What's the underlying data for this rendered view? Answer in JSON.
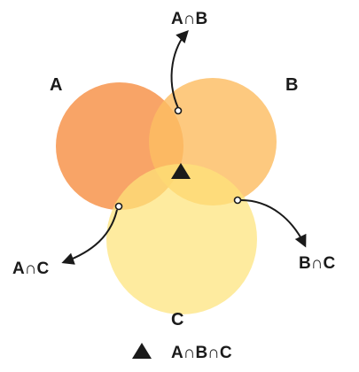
{
  "diagram": {
    "sets": [
      {
        "id": "A",
        "label": "A",
        "color": "#f79c5a"
      },
      {
        "id": "B",
        "label": "B",
        "color": "#fdbd63"
      },
      {
        "id": "C",
        "label": "C",
        "color": "#fde37a"
      }
    ],
    "intersections": {
      "ab": "A∩B",
      "bc": "B∩C",
      "ac": "A∩C"
    },
    "legend": {
      "label": "A∩B∩C",
      "symbol": "triangle"
    },
    "colors": {
      "stroke": "#1a1a1a",
      "text": "#1a1a1a"
    }
  }
}
